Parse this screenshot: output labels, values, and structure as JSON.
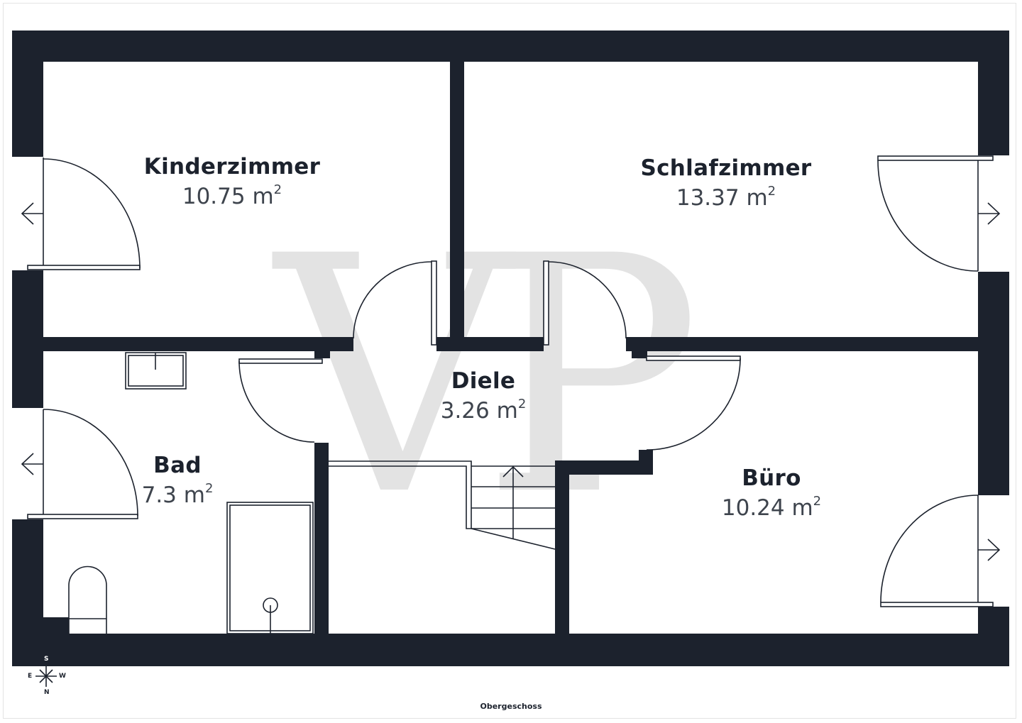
{
  "floor_plan": {
    "floor_label": "Obergeschoss",
    "watermark": "VP",
    "colors": {
      "wall": "#1c222d",
      "label": "#1c222d",
      "area": "#3e444d",
      "watermark": "#e3e3e3"
    },
    "rooms": [
      {
        "name": "Kinderzimmer",
        "area": "10.75 m",
        "unit_sup": "2"
      },
      {
        "name": "Schlafzimmer",
        "area": "13.37 m",
        "unit_sup": "2"
      },
      {
        "name": "Diele",
        "area": "3.26 m",
        "unit_sup": "2"
      },
      {
        "name": "Bad",
        "area": "7.3 m",
        "unit_sup": "2"
      },
      {
        "name": "Büro",
        "area": "10.24 m",
        "unit_sup": "2"
      }
    ],
    "compass": {
      "top": "S",
      "left": "E",
      "right": "W",
      "bottom": "N"
    }
  }
}
